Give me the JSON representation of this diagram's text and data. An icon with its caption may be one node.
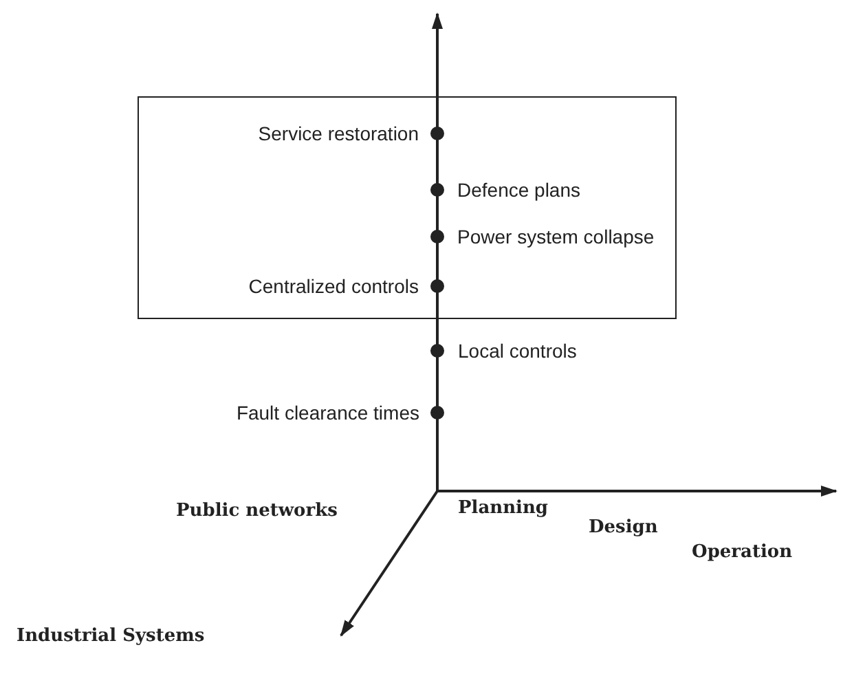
{
  "diagram": {
    "nodes": [
      {
        "text": [],
        "shape": "box"
      },
      {
        "text": [
          "Service restoration"
        ],
        "in": 0
      },
      {
        "text": [
          "Defence plans"
        ],
        "in": 0
      },
      {
        "text": [
          "Power system collapse"
        ],
        "in": 0
      },
      {
        "text": [
          "Centralized controls"
        ],
        "in": 0
      },
      {
        "text": [
          "Local controls"
        ]
      },
      {
        "text": [
          "Fault clearance times"
        ]
      }
    ],
    "edges": [],
    "labels": [
      "Public networks",
      "Planning",
      "Design",
      "Operation",
      "Industrial Systems"
    ]
  }
}
